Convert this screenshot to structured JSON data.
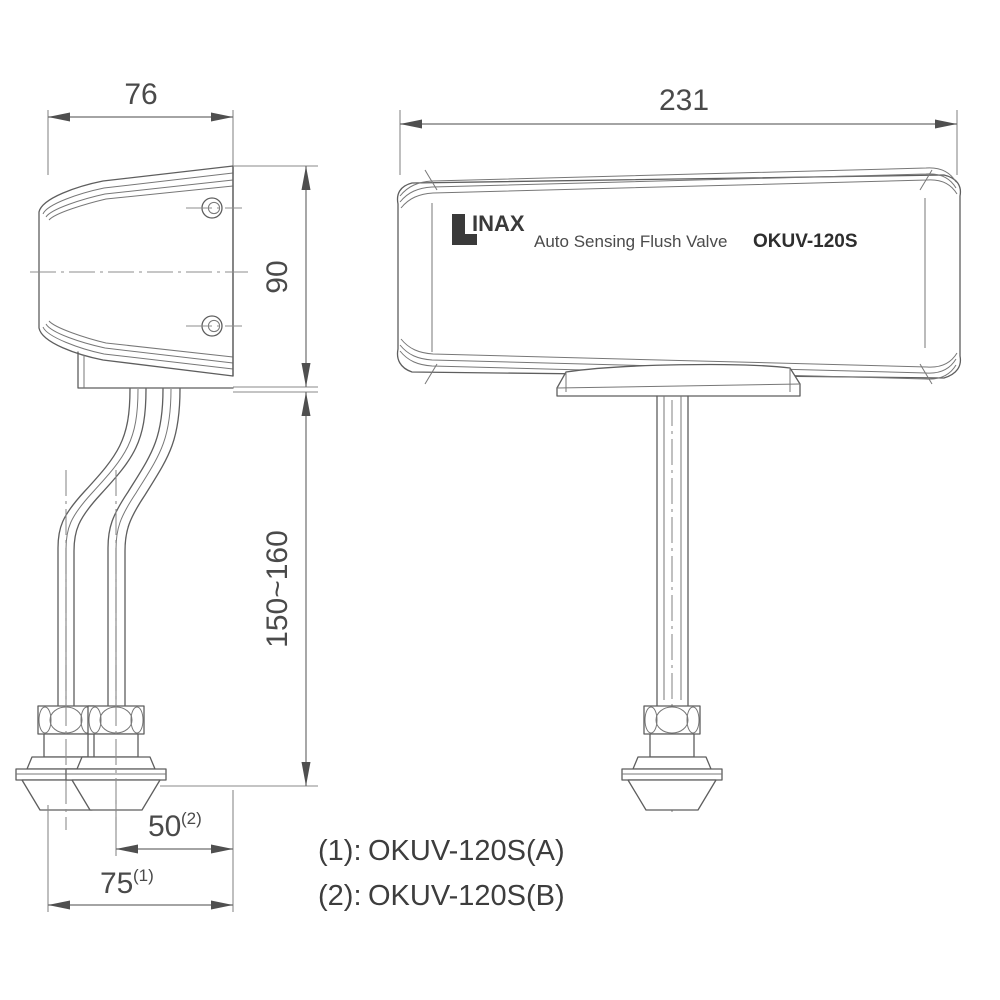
{
  "document": {
    "type": "technical-dimension-drawing",
    "product": "Auto Sensing Flush Valve OKUV-120S",
    "units": "mm"
  },
  "colors": {
    "outline": "#5e5e5e",
    "dimension_line": "#6d6d6d",
    "extension_line": "#8a8a8a",
    "center_line": "#8d8d8d",
    "text": "#4a4a4a",
    "background": "#ffffff"
  },
  "side_view": {
    "name": "side-view",
    "dimensions": {
      "width": {
        "value": "76",
        "label": "76",
        "orientation": "horizontal",
        "position": "top"
      },
      "body_height": {
        "value": "90",
        "label": "90",
        "orientation": "vertical",
        "position": "right"
      },
      "drop_height": {
        "value": "150~160",
        "label": "150~160",
        "orientation": "vertical",
        "position": "right"
      },
      "spread_a": {
        "value": "75",
        "label": "75",
        "superscript": "(1)",
        "orientation": "horizontal",
        "position": "bottom"
      },
      "spread_b": {
        "value": "50",
        "label": "50",
        "superscript": "(2)",
        "orientation": "horizontal",
        "position": "bottom"
      }
    }
  },
  "front_view": {
    "name": "front-view",
    "dimensions": {
      "width": {
        "value": "231",
        "label": "231",
        "orientation": "horizontal",
        "position": "top"
      }
    },
    "faceplate": {
      "brand": "INAX",
      "product_label": "Auto Sensing Flush Valve",
      "model": "OKUV-120S"
    }
  },
  "notes": [
    {
      "marker": "(1):",
      "text": "OKUV-120S(A)"
    },
    {
      "marker": "(2):",
      "text": "OKUV-120S(B)"
    }
  ],
  "icons": {
    "logo": "inax-logo-icon",
    "screw_upper": "screw-hole-icon",
    "screw_lower": "screw-hole-icon"
  }
}
